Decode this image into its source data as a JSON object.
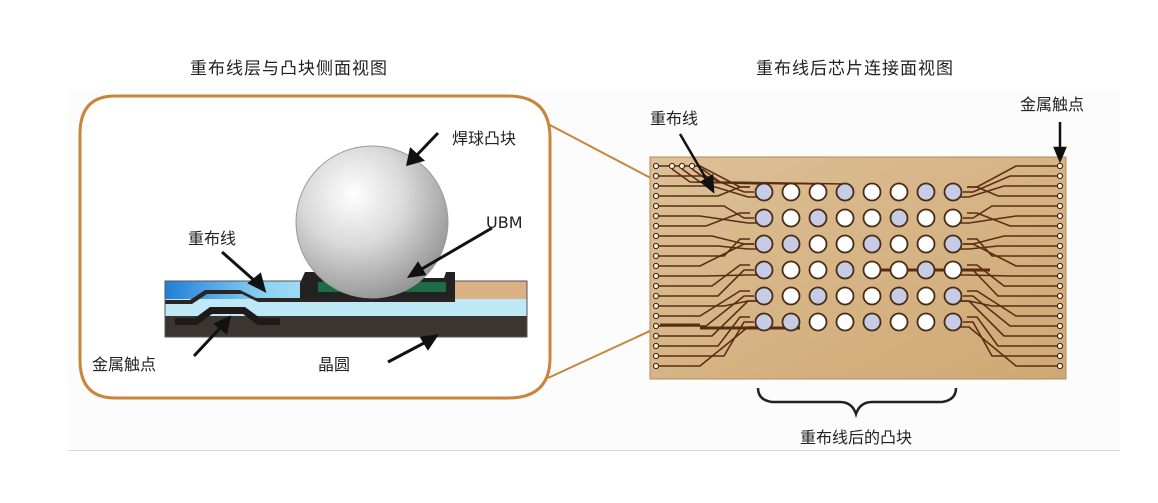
{
  "left_panel": {
    "title": "重布线层与凸块侧面视图",
    "labels": {
      "solder_bump": "焊球凸块",
      "ubm": "UBM",
      "redistribution_line": "重布线",
      "metal_contact": "金属触点",
      "wafer": "晶圆"
    }
  },
  "right_panel": {
    "title": "重布线后芯片连接面视图",
    "labels": {
      "redistribution_line": "重布线",
      "metal_contact": "金属触点",
      "bumps_after_rdl": "重布线后的凸块"
    },
    "bump_grid": {
      "rows": 6,
      "cols": 8
    }
  },
  "colors": {
    "frame": "#c8853b",
    "chip": "#d6b486",
    "trace": "#5a2d12",
    "bump_blue": "#c6cbe6",
    "bump_white": "#ffffff",
    "rdl_blue": "#2e8fd8",
    "wafer_dark": "#3b3430",
    "ubm_green": "#1e6b46"
  }
}
